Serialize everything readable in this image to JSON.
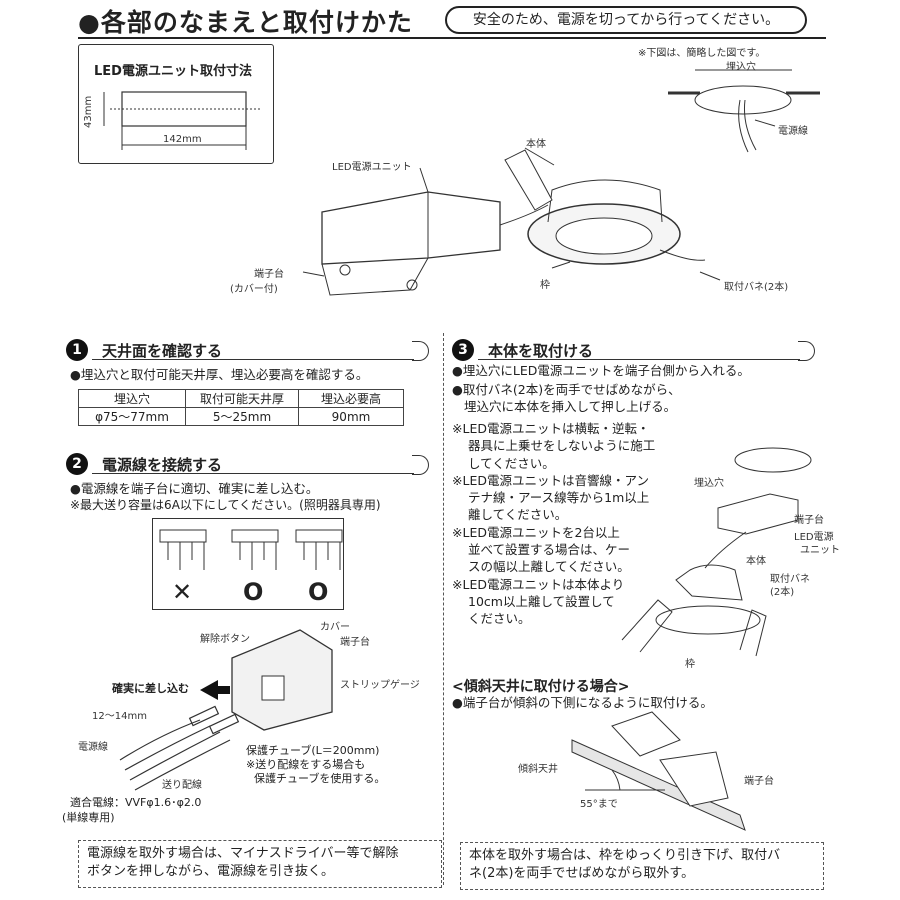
{
  "header": {
    "title": "●各部のなまえと取付けかた",
    "safety_note": "安全のため、電源を切ってから行ってください。",
    "simplified_note": "※下図は、簡略した図です。"
  },
  "dimension_box": {
    "title": "LED電源ユニット取付寸法",
    "height_label": "43mm",
    "width_label": "142mm"
  },
  "overview_labels": {
    "embed_hole": "埋込穴",
    "power_cable": "電源線",
    "main_body": "本体",
    "led_unit": "LED電源ユニット",
    "terminal_block": "端子台",
    "terminal_cover": "(カバー付)",
    "frame": "枠",
    "spring": "取付バネ(2本)"
  },
  "section1": {
    "num": "1",
    "heading": "天井面を確認する",
    "text": "●埋込穴と取付可能天井厚、埋込必要高を確認する。",
    "table": {
      "headers": [
        "埋込穴",
        "取付可能天井厚",
        "埋込必要高"
      ],
      "values": [
        "φ75〜77mm",
        "5〜25mm",
        "90mm"
      ]
    }
  },
  "section2": {
    "num": "2",
    "heading": "電源線を接続する",
    "line1": "●電源線を端子台に適切、確実に差し込む。",
    "line2": "※最大送り容量は6A以下にしてください。(照明器具専用)",
    "marks": [
      "✕",
      "O",
      "O"
    ],
    "labels": {
      "release_button": "解除ボタン",
      "cover": "カバー",
      "terminal": "端子台",
      "insert": "確実に差し込む",
      "strip_gauge": "ストリップゲージ",
      "strip_len": "12〜14mm",
      "power_cable": "電源線",
      "feed_wire": "送り配線",
      "tube1": "保護チューブ(L＝200mm)",
      "tube2": "※送り配線をする場合も",
      "tube3": "保護チューブを使用する。",
      "wire1": "適合電線：VVFφ1.6･φ2.0",
      "wire2": "(単線専用)"
    },
    "remove_note": [
      "電源線を取外す場合は、マイナスドライバー等で解除",
      "ボタンを押しながら、電源線を引き抜く。"
    ]
  },
  "section3": {
    "num": "3",
    "heading": "本体を取付ける",
    "line1": "●埋込穴にLED電源ユニットを端子台側から入れる。",
    "line2": "●取付バネ(2本)を両手でせばめながら、",
    "line3": "埋込穴に本体を挿入して押し上げる。",
    "notes": [
      "※LED電源ユニットは横転・逆転・",
      "器具に上乗せをしないように施工",
      "してください。",
      "※LED電源ユニットは音響線・アン",
      "テナ線・アース線等から1m以上",
      "離してください。",
      "※LED電源ユニットを2台以上",
      "並べて設置する場合は、ケー",
      "スの幅以上離してください。",
      "※LED電源ユニットは本体より",
      "10cm以上離して設置して",
      "ください。"
    ],
    "fig_labels": {
      "embed_hole": "埋込穴",
      "terminal": "端子台",
      "led_unit1": "LED電源",
      "led_unit2": "ユニット",
      "body": "本体",
      "spring1": "取付バネ",
      "spring2": "(2本)",
      "frame": "枠"
    },
    "slope_heading": "<傾斜天井に取付ける場合>",
    "slope_text": "●端子台が傾斜の下側になるように取付ける。",
    "slope_labels": {
      "slope_ceiling": "傾斜天井",
      "terminal": "端子台",
      "angle": "55°まで"
    },
    "remove_note": [
      "本体を取外す場合は、枠をゆっくり引き下げ、取付バ",
      "ネ(2本)を両手でせばめながら取外す。"
    ]
  }
}
